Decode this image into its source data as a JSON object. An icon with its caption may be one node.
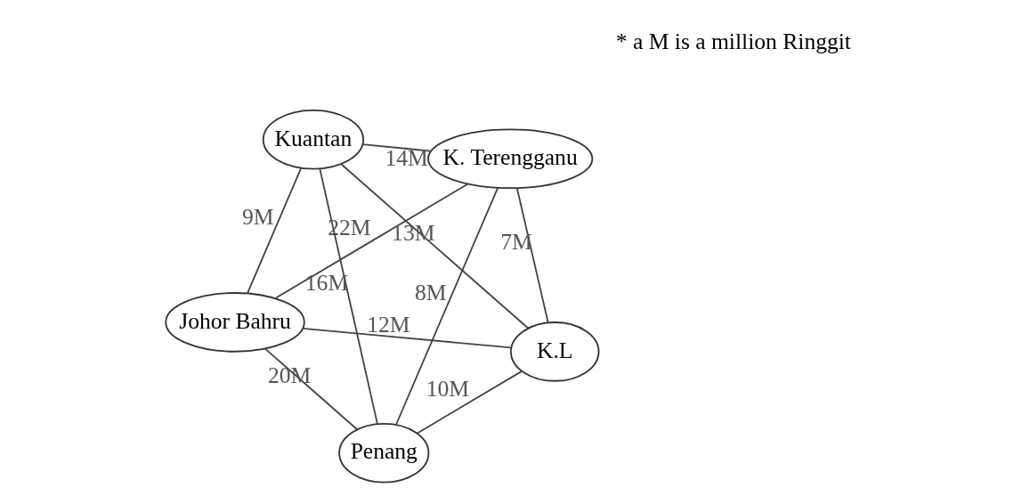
{
  "diagram": {
    "nodes": [
      {
        "text": [
          "Johor Bahru"
        ]
      },
      {
        "text": [
          "K.L"
        ]
      },
      {
        "text": [
          "Penang"
        ]
      },
      {
        "text": [
          "Kuantan"
        ]
      },
      {
        "text": [
          "K. Terengganu"
        ]
      }
    ],
    "edges": [
      {
        "from": 0,
        "to": 2,
        "arrow": "none",
        "label": "20M"
      },
      {
        "from": 0,
        "to": 1,
        "arrow": "none",
        "label": "12M"
      },
      {
        "from": 1,
        "to": 2,
        "arrow": "none",
        "label": "10M"
      },
      {
        "from": 0,
        "to": 3,
        "arrow": "none",
        "label": "9M"
      },
      {
        "from": 1,
        "to": 3,
        "arrow": "none",
        "label": "13M"
      },
      {
        "from": 1,
        "to": 4,
        "arrow": "none",
        "label": "7M"
      },
      {
        "from": 2,
        "to": 4,
        "arrow": "none",
        "label": "8M"
      },
      {
        "from": 3,
        "to": 2,
        "arrow": "none",
        "label": "16M"
      },
      {
        "from": 3,
        "to": 4,
        "arrow": "none",
        "label": "14M"
      },
      {
        "from": 0,
        "to": 4,
        "arrow": "none",
        "label": "22M"
      }
    ],
    "labels": [
      "* a M is a million Ringgit"
    ]
  }
}
